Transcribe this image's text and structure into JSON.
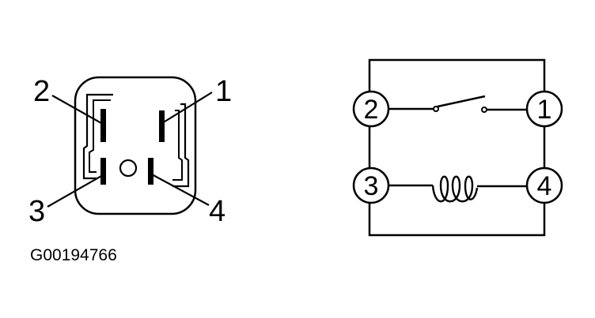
{
  "connector_view": {
    "pin_labels": [
      "1",
      "2",
      "3",
      "4"
    ]
  },
  "schematic": {
    "terminal_labels": [
      "1",
      "2",
      "3",
      "4"
    ]
  },
  "figure_id": "G00194766",
  "colors": {
    "ink": "#000000",
    "background": "#ffffff"
  }
}
